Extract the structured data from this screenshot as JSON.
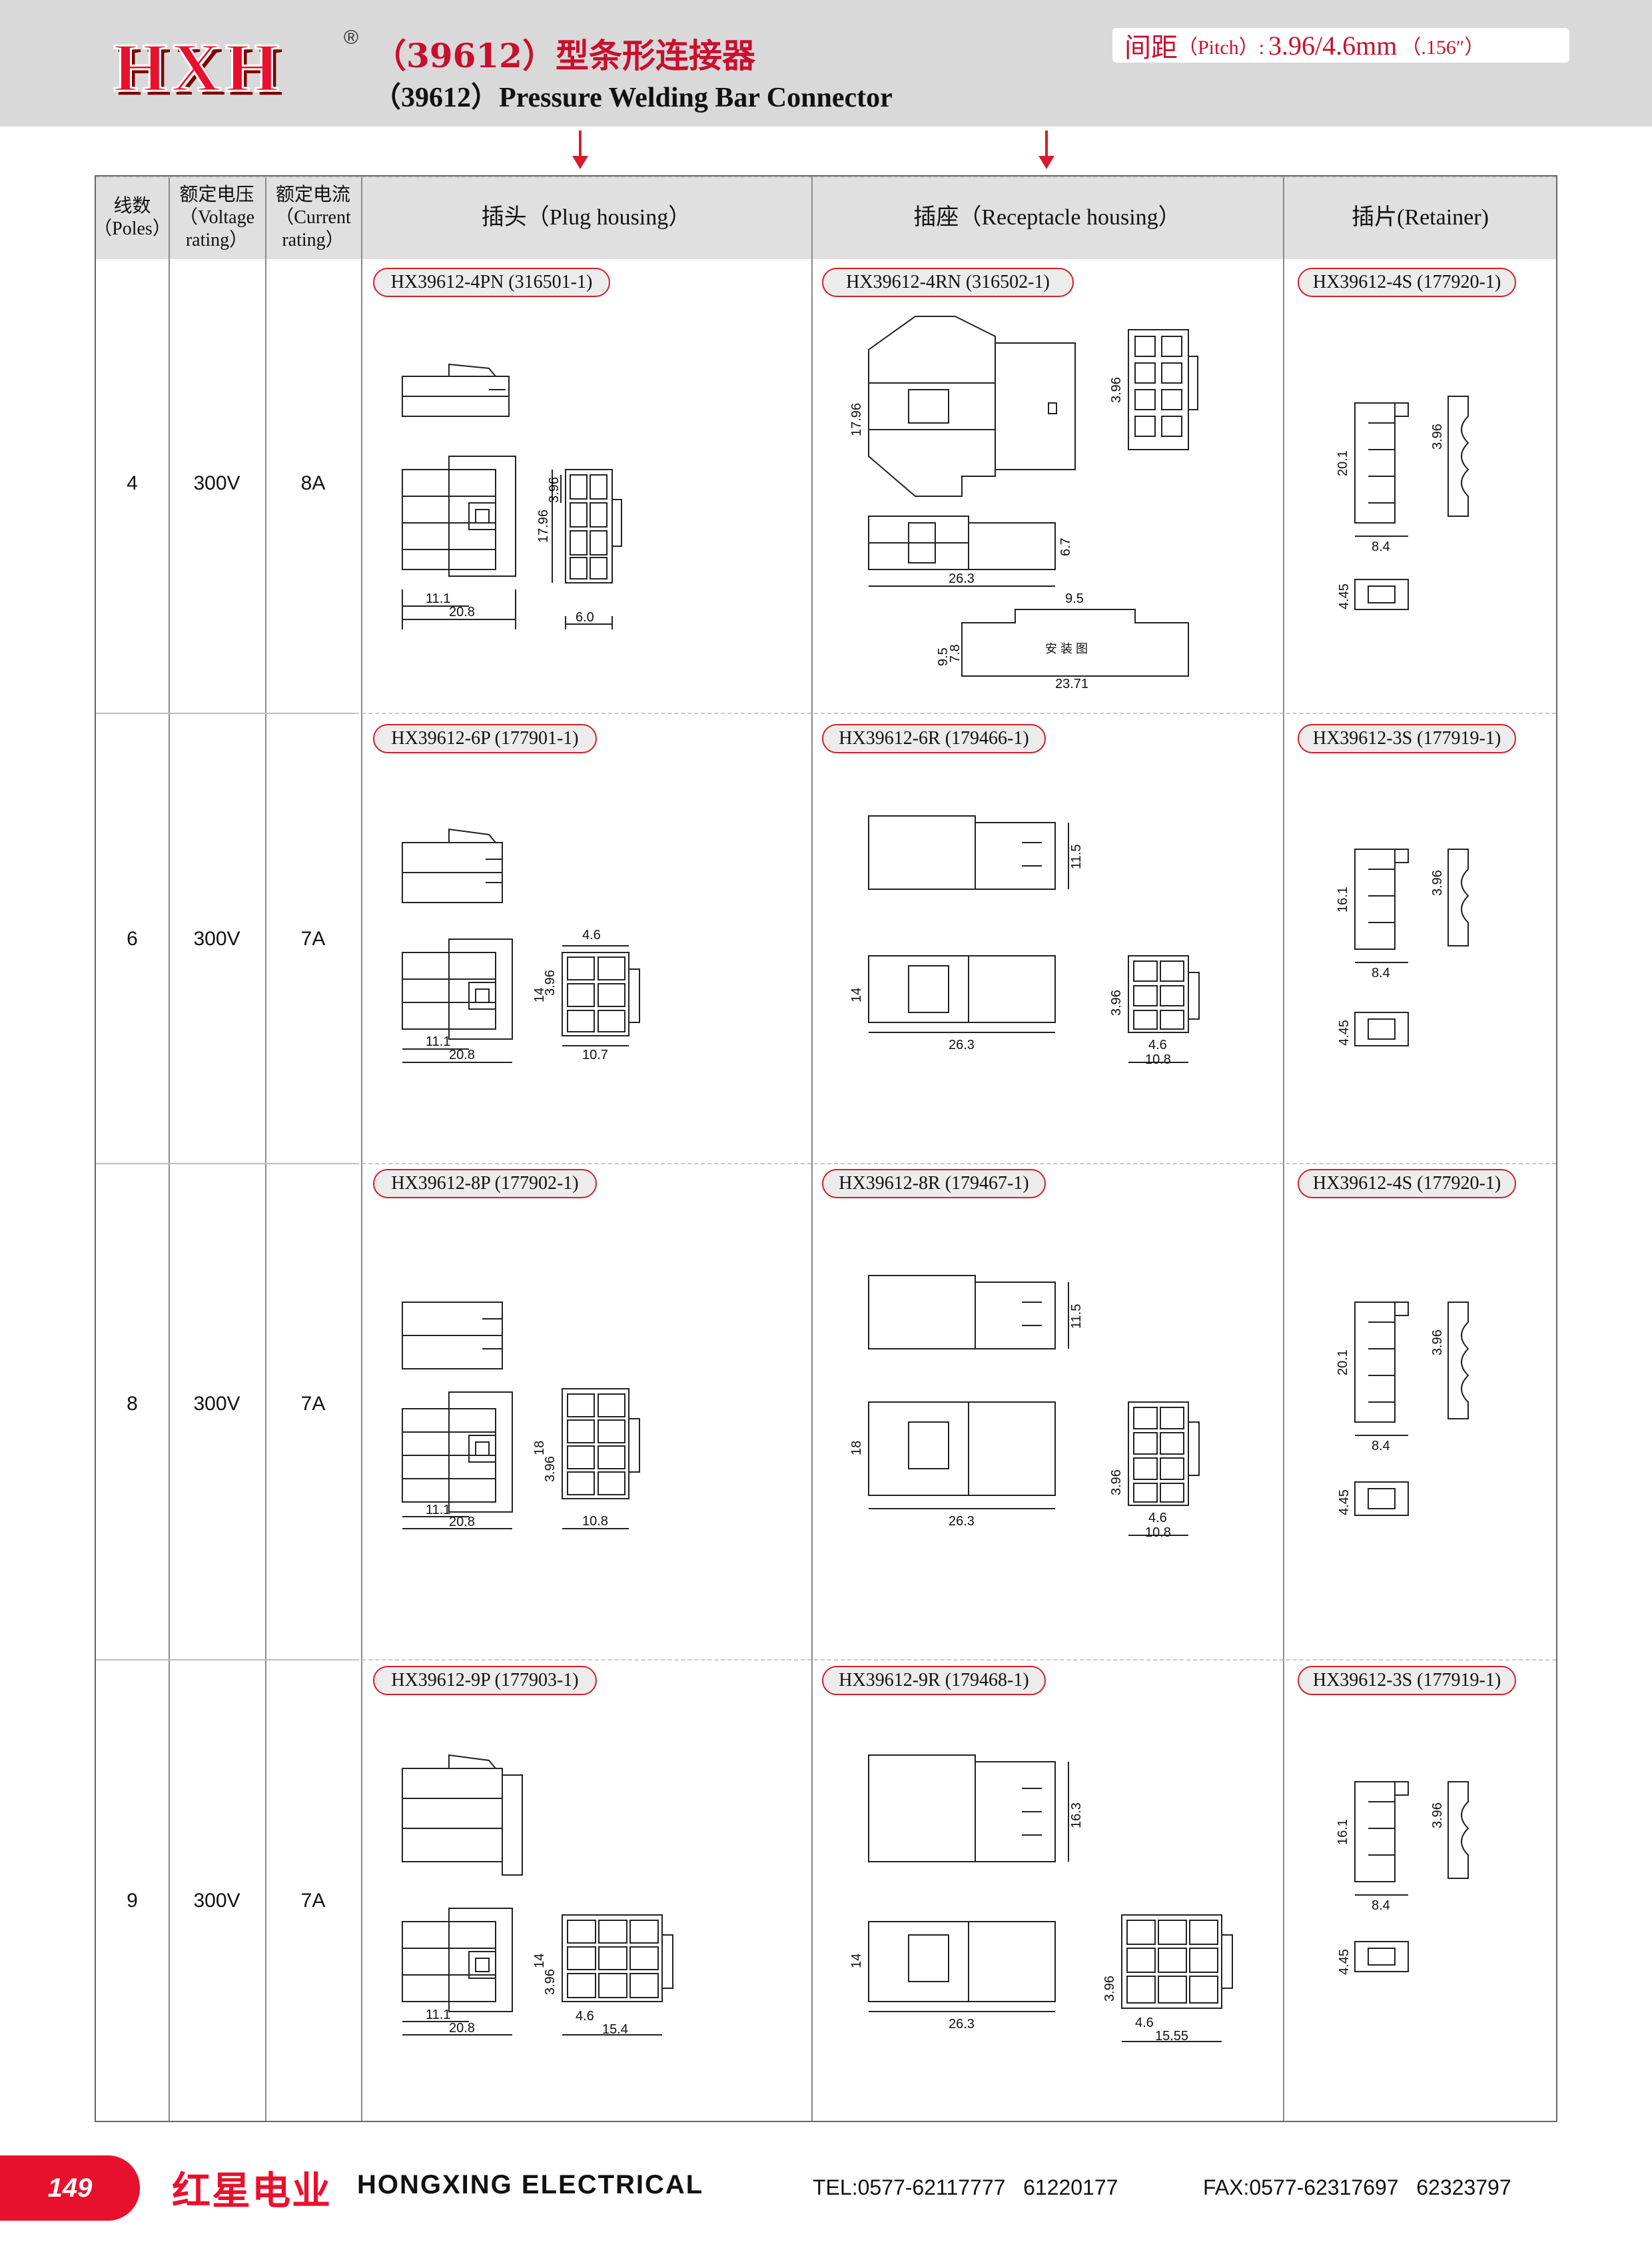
{
  "header": {
    "logo_text": "HXH",
    "registered_mark": "®",
    "title_cn": "（39612）型条形连接器",
    "title_en": "（39612）Pressure Welding Bar Connector",
    "pitch_cn": "间距",
    "pitch_en": "（Pitch）:",
    "pitch_value": "3.96/4.6mm",
    "pitch_inch": "（.156″）"
  },
  "columns": {
    "poles": "线数\n（Poles）",
    "voltage": "额定电压\n（Voltage\nrating）",
    "current": "额定电流\n（Current\nrating）",
    "plug": "插头（Plug housing）",
    "receptacle": "插座（Receptacle housing）",
    "retainer": "插片(Retainer)"
  },
  "rows": [
    {
      "poles": "4",
      "voltage": "300V",
      "current": "8A",
      "plug_pn": "HX39612-4PN (316501-1)",
      "receptacle_pn": "HX39612-4RN (316502-1)",
      "retainer_pn": "HX39612-4S (177920-1)",
      "plug_dims": {
        "a": "11.1",
        "b": "20.8",
        "h": "17.96",
        "p": "3.96",
        "w": "6.0"
      },
      "rec_dims": {
        "h": "17.96",
        "p": "3.96",
        "h2": "6.7",
        "l": "26.3",
        "top": "9.5",
        "side1": "9.5",
        "side2": "7.8",
        "w": "23.71",
        "label": "安 装 图"
      },
      "ret_dims": {
        "h": "20.1",
        "p": "3.96",
        "w": "8.4",
        "t": "4.45"
      }
    },
    {
      "poles": "6",
      "voltage": "300V",
      "current": "7A",
      "plug_pn": "HX39612-6P (177901-1)",
      "receptacle_pn": "HX39612-6R (179466-1)",
      "retainer_pn": "HX39612-3S (177919-1)",
      "plug_dims": {
        "a": "11.1",
        "b": "20.8",
        "h": "14",
        "p": "3.96",
        "top": "4.6",
        "w": "10.7"
      },
      "rec_dims": {
        "top_h": "11.5",
        "h": "14",
        "l": "26.3",
        "p": "3.96",
        "pitch2": "4.6",
        "w": "10.8"
      },
      "ret_dims": {
        "h": "16.1",
        "p": "3.96",
        "w": "8.4",
        "t": "4.45"
      }
    },
    {
      "poles": "8",
      "voltage": "300V",
      "current": "7A",
      "plug_pn": "HX39612-8P (177902-1)",
      "receptacle_pn": "HX39612-8R (179467-1)",
      "retainer_pn": "HX39612-4S (177920-1)",
      "plug_dims": {
        "a": "11.1",
        "b": "20.8",
        "h": "18",
        "p": "3.96",
        "w": "10.8"
      },
      "rec_dims": {
        "top_h": "11.5",
        "h": "18",
        "l": "26.3",
        "p": "3.96",
        "pitch2": "4.6",
        "w": "10.8"
      },
      "ret_dims": {
        "h": "20.1",
        "p": "3.96",
        "w": "8.4",
        "t": "4.45"
      }
    },
    {
      "poles": "9",
      "voltage": "300V",
      "current": "7A",
      "plug_pn": "HX39612-9P (177903-1)",
      "receptacle_pn": "HX39612-9R (179468-1)",
      "retainer_pn": "HX39612-3S (177919-1)",
      "plug_dims": {
        "a": "11.1",
        "b": "20.8",
        "h": "14",
        "p": "3.96",
        "pitch2": "4.6",
        "w": "15.4"
      },
      "rec_dims": {
        "top_h": "16.3",
        "h": "14",
        "l": "26.3",
        "p": "3.96",
        "pitch2": "4.6",
        "w": "15.55"
      },
      "ret_dims": {
        "h": "16.1",
        "p": "3.96",
        "w": "8.4",
        "t": "4.45"
      }
    }
  ],
  "footer": {
    "page": "149",
    "brand_cn": "红星电业",
    "brand_en": "HONGXING ELECTRICAL",
    "tel": "TEL:0577-62117777   61220177",
    "fax": "FAX:0577-62317697   62323797"
  },
  "colors": {
    "accent": "#d21f2b",
    "header_bg": "#d9d9d9",
    "brand_red": "#e8112d"
  }
}
